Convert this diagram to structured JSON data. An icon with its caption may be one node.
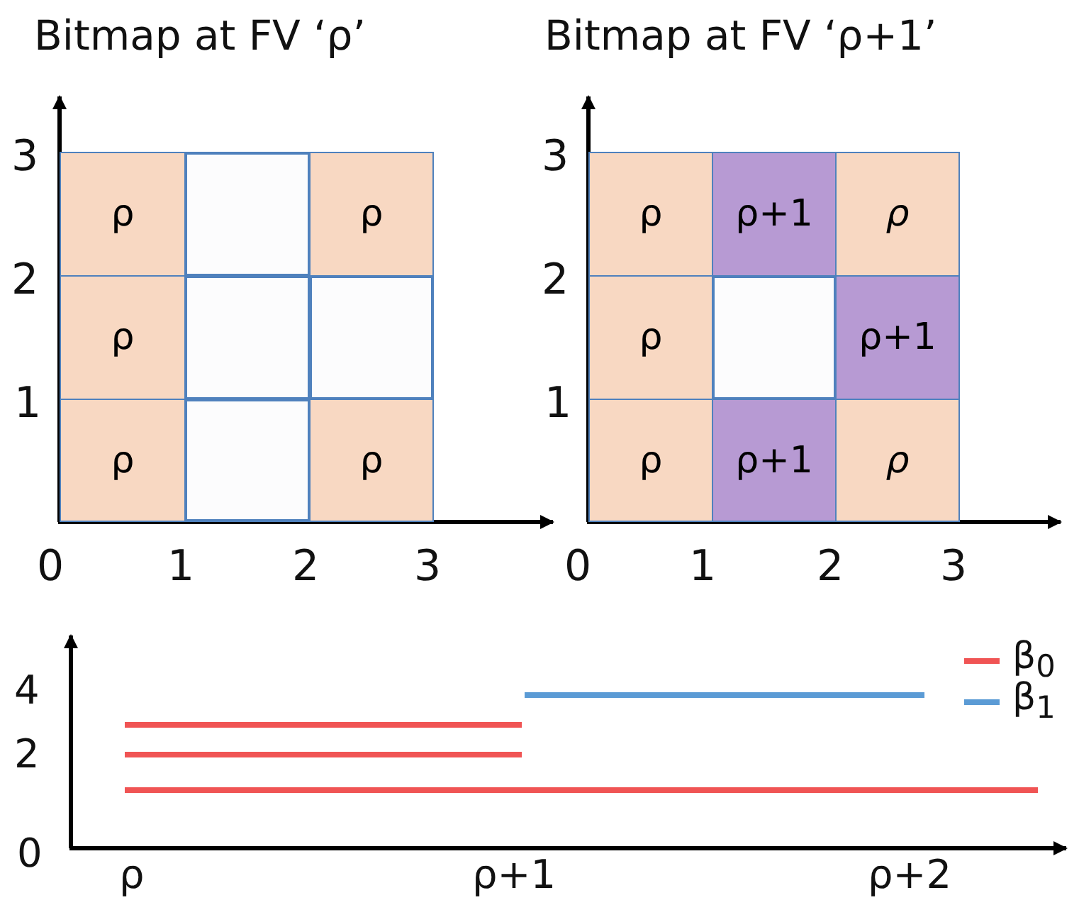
{
  "diagram": {
    "nodes": [
      {
        "text": [
          "ρ"
        ]
      },
      {
        "text": [],
        "shape": "box"
      },
      {
        "text": [
          "ρ"
        ]
      },
      {
        "text": [
          "ρ"
        ]
      },
      {
        "text": [],
        "shape": "box"
      },
      {
        "text": [],
        "shape": "box"
      },
      {
        "text": [
          "ρ"
        ]
      },
      {
        "text": [],
        "shape": "box"
      },
      {
        "text": [
          "ρ"
        ]
      },
      {
        "text": [
          "ρ"
        ]
      },
      {
        "text": [
          "ρ+1"
        ]
      },
      {
        "text": [
          "ρ"
        ]
      },
      {
        "text": [
          "ρ"
        ]
      },
      {
        "text": [],
        "shape": "box"
      },
      {
        "text": [
          "ρ+1"
        ]
      },
      {
        "text": [
          "ρ"
        ]
      },
      {
        "text": [
          "ρ+1"
        ]
      },
      {
        "text": [
          "ρ"
        ]
      }
    ],
    "labels": [
      "Bitmap at FV ‘ρ’",
      "Bitmap at FV ‘ρ+1’",
      "3",
      "3",
      "2",
      "2",
      "1",
      "1",
      "0",
      "1",
      "2",
      "3",
      "0",
      "1",
      "2",
      "3",
      "4",
      "2",
      "0",
      "ρ",
      "ρ+1",
      "ρ+2"
    ],
    "legend": [
      {
        "text": "β$_{0}$"
      },
      {
        "text": "β$_{1}$"
      }
    ]
  }
}
